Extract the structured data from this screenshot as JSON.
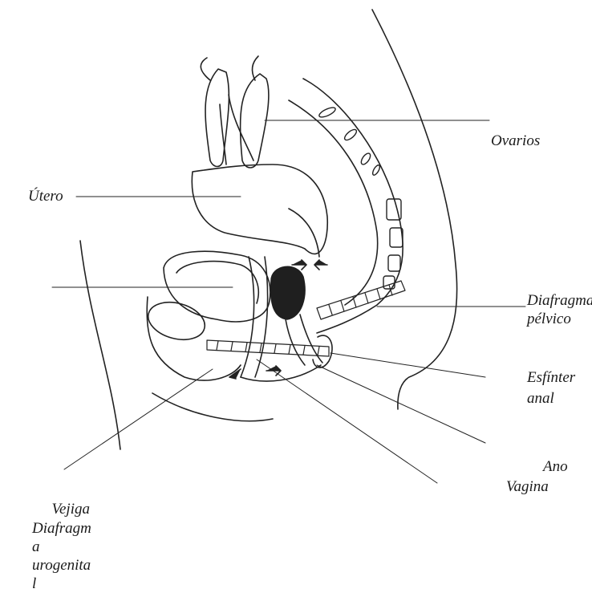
{
  "labels": {
    "ovarios": "Ovarios",
    "utero": "Útero",
    "diafragma_pelvico_1": "Diafragma",
    "diafragma_pelvico_2": "pélvico",
    "esfinter_anal_1": "Esfínter",
    "esfinter_anal_2": "anal",
    "ano": "Ano",
    "vagina": "Vagina",
    "vejiga": "Vejiga",
    "diafragma_urogenital_1": "Diafragm",
    "diafragma_urogenital_2": "a",
    "diafragma_urogenital_3": "urogenita",
    "diafragma_urogenital_4": "l"
  }
}
